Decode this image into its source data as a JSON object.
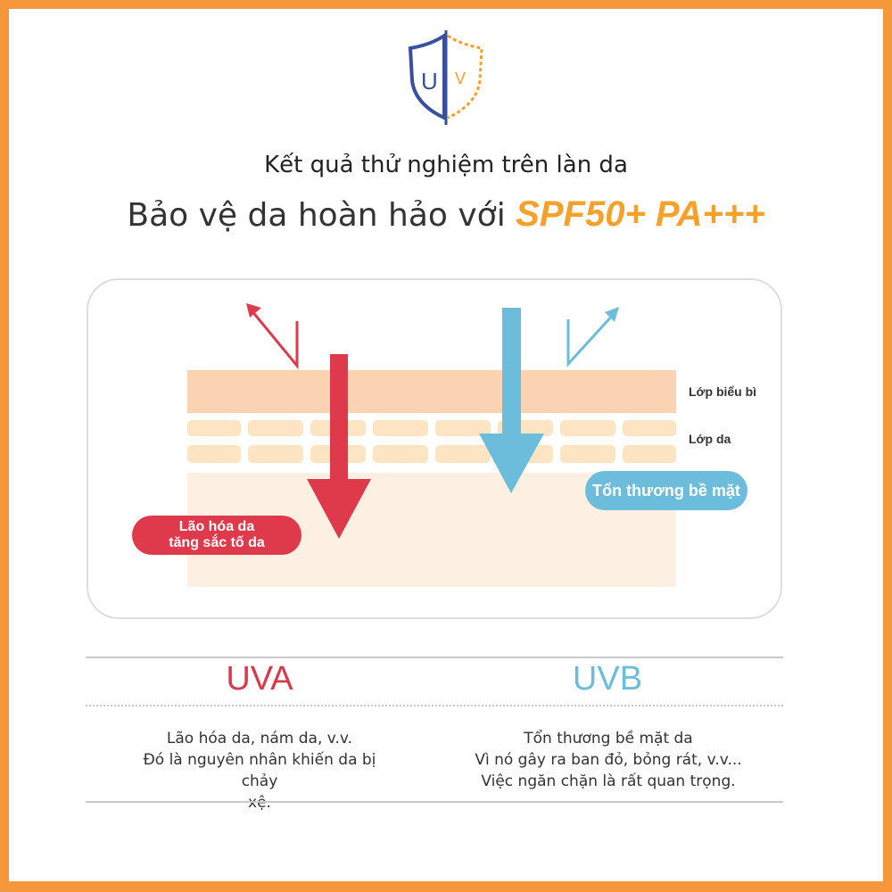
{
  "logo": {
    "letters": [
      "U",
      "V"
    ],
    "icon": "shield-icon",
    "colors": {
      "left": "#3a4fa0",
      "right": "#f7a02a"
    }
  },
  "header": {
    "subtitle": "Kết quả thử  nghiệm trên làn da",
    "headline_prefix": "Bảo vệ da hoàn hảo với",
    "headline_highlight": "SPF50+ PA+++"
  },
  "diagram": {
    "layers": {
      "epidermis": "Lớp biểu bì",
      "dermis": "Lớp da"
    },
    "uva_effect": [
      "Lão hóa da",
      "tăng sắc tố da"
    ],
    "uvb_effect": "Tổn thương bề mặt",
    "colors": {
      "uva": "#de3a4c",
      "uvb": "#6cbddc",
      "epidermis": "#fbd3b3",
      "dermis": "#fde5c4",
      "deep": "#fdf0e3"
    }
  },
  "columns": {
    "uva": {
      "title": "UVA",
      "lines": [
        "Lão hóa da, nám da, v.v.",
        "Đó là nguyên nhân khiến da bị chảy",
        "xệ."
      ]
    },
    "uvb": {
      "title": "UVB",
      "lines": [
        "Tổn thương bề mặt da",
        "Vì nó gây ra ban đỏ, bỏng rát, v.v...",
        "Việc ngăn chặn là rất quan trọng."
      ]
    }
  }
}
